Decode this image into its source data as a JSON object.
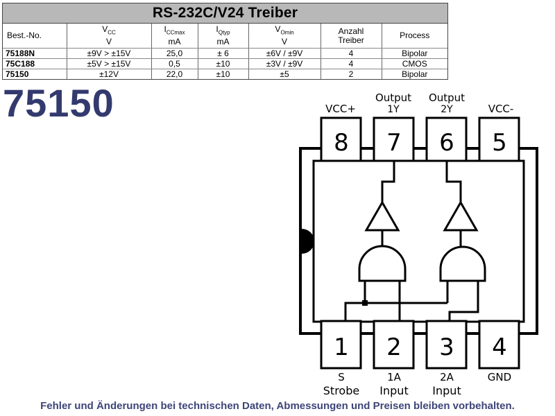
{
  "spec_table": {
    "title": "RS-232C/V24 Treiber",
    "headers": {
      "part": "Best.-No.",
      "vcc": "V",
      "vcc_sub": "CC",
      "vcc_unit": "V",
      "icc": "I",
      "icc_sub": "CCmax",
      "icc_unit": "mA",
      "iq": "I",
      "iq_sub": "Qtyp",
      "iq_unit": "mA",
      "vo": "V",
      "vo_sub": "Omin",
      "vo_unit": "V",
      "count_line1": "Anzahl",
      "count_line2": "Treiber",
      "process": "Process"
    },
    "rows": [
      {
        "part": "75188N",
        "vcc": "±9V > ±15V",
        "icc": "25,0",
        "iq": "± 6",
        "vo": "±6V / ±9V",
        "count": "4",
        "process": "Bipolar"
      },
      {
        "part": "75C188",
        "vcc": "±5V > ±15V",
        "icc": "0,5",
        "iq": "±10",
        "vo": "±3V / ±9V",
        "count": "4",
        "process": "CMOS"
      },
      {
        "part": "75150",
        "vcc": "±12V",
        "icc": "22,0",
        "iq": "±10",
        "vo": "±5",
        "count": "2",
        "process": "Bipolar"
      }
    ]
  },
  "part_number": "75150",
  "ic_diagram": {
    "top_pins": [
      {
        "number": "8",
        "label": "VCC+"
      },
      {
        "number": "7",
        "label": "Output",
        "sublabel": "1Y"
      },
      {
        "number": "6",
        "label": "Output",
        "sublabel": "2Y"
      },
      {
        "number": "5",
        "label": "VCC-"
      }
    ],
    "bottom_pins": [
      {
        "number": "1",
        "label": "S",
        "sublabel": "Strobe"
      },
      {
        "number": "2",
        "label": "1A",
        "sublabel": "Input"
      },
      {
        "number": "3",
        "label": "2A",
        "sublabel": "Input"
      },
      {
        "number": "4",
        "label": "GND"
      }
    ]
  },
  "footer": "Fehler und Änderungen bei technischen Daten, Abmessungen und Preisen bleiben vorbehalten."
}
